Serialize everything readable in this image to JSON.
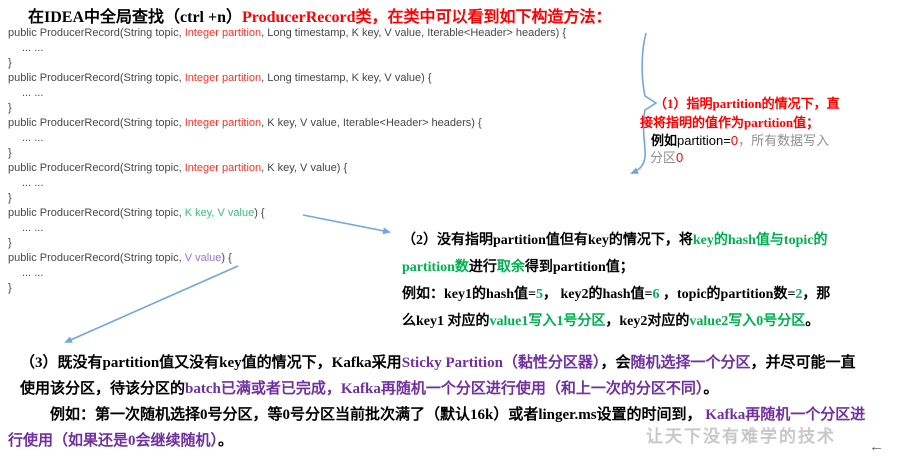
{
  "colors": {
    "black": "#000000",
    "red": "#fe0000",
    "gray": "#8f8f8f",
    "code": "#474747",
    "code_red": "#ff3026",
    "code_green": "#3cbe78",
    "code_purple": "#9b72cf",
    "green": "#00b050",
    "purple": "#7030a0",
    "arrow_blue": "#6fa8dc",
    "watermark_gray": "#c8c8c8"
  },
  "title": {
    "segments": [
      {
        "t": "在IDEA中全局查找（ctrl +n）",
        "c": "black"
      },
      {
        "t": "ProducerRecord类，在类中可以看到如下构造方法：",
        "c": "red"
      }
    ]
  },
  "code": {
    "lines": [
      {
        "segments": [
          {
            "t": "public ProducerRecord(String topic, ",
            "c": "code"
          },
          {
            "t": "Integer partition",
            "c": "code_red"
          },
          {
            "t": ", Long timestamp, K key, V value, Iterable<Header> headers) {",
            "c": "code"
          }
        ]
      },
      {
        "segments": [
          {
            "t": "... ...",
            "c": "code"
          }
        ]
      },
      {
        "segments": [
          {
            "t": "}",
            "c": "code"
          }
        ]
      },
      {
        "segments": [
          {
            "t": "public ProducerRecord(String topic, ",
            "c": "code"
          },
          {
            "t": "Integer partition",
            "c": "code_red"
          },
          {
            "t": ", Long timestamp, K key, V value) {",
            "c": "code"
          }
        ]
      },
      {
        "segments": [
          {
            "t": "... ...",
            "c": "code"
          }
        ]
      },
      {
        "segments": [
          {
            "t": "}",
            "c": "code"
          }
        ]
      },
      {
        "segments": [
          {
            "t": "public ProducerRecord(String topic, ",
            "c": "code"
          },
          {
            "t": "Integer partition",
            "c": "code_red"
          },
          {
            "t": ", K key, V value, Iterable<Header> headers) {",
            "c": "code"
          }
        ]
      },
      {
        "segments": [
          {
            "t": "... ...",
            "c": "code"
          }
        ]
      },
      {
        "segments": [
          {
            "t": "}",
            "c": "code"
          }
        ]
      },
      {
        "segments": [
          {
            "t": "public ProducerRecord(String topic, ",
            "c": "code"
          },
          {
            "t": "Integer partition",
            "c": "code_red"
          },
          {
            "t": ", K key, V value) {",
            "c": "code"
          }
        ]
      },
      {
        "segments": [
          {
            "t": "... ...",
            "c": "code"
          }
        ]
      },
      {
        "segments": [
          {
            "t": "}",
            "c": "code"
          }
        ]
      },
      {
        "segments": [
          {
            "t": "public ProducerRecord(String topic, ",
            "c": "code"
          },
          {
            "t": "K key, V value",
            "c": "code_green"
          },
          {
            "t": ") {",
            "c": "code"
          }
        ]
      },
      {
        "segments": [
          {
            "t": "... ...",
            "c": "code"
          }
        ]
      },
      {
        "segments": [
          {
            "t": "}",
            "c": "code"
          }
        ]
      },
      {
        "segments": [
          {
            "t": "public ProducerRecord(String topic, ",
            "c": "code"
          },
          {
            "t": "V value",
            "c": "code_purple"
          },
          {
            "t": ") {",
            "c": "code"
          }
        ]
      },
      {
        "segments": [
          {
            "t": "... ...",
            "c": "code"
          }
        ]
      },
      {
        "segments": [
          {
            "t": "}",
            "c": "code"
          }
        ]
      }
    ]
  },
  "note1": {
    "lines": [
      {
        "segments": [
          {
            "t": "（1）指明partition的情况下，直",
            "c": "red"
          }
        ]
      },
      {
        "segments": [
          {
            "t": "接将指明的值作为partition值；",
            "c": "red"
          }
        ]
      },
      {
        "segments": [
          {
            "t": "例如",
            "c": "black",
            "b": true
          },
          {
            "t": "partition=",
            "c": "black"
          },
          {
            "t": "0",
            "c": "red"
          },
          {
            "t": "，所有数据写入",
            "c": "gray"
          }
        ]
      },
      {
        "segments": [
          {
            "t": "分区",
            "c": "gray"
          },
          {
            "t": "0",
            "c": "red"
          }
        ]
      }
    ]
  },
  "note2": {
    "lines": [
      {
        "segments": [
          {
            "t": "（2）没有指明partition值但有key的情况下，将",
            "c": "black"
          },
          {
            "t": "key的hash值与topic的",
            "c": "green"
          }
        ]
      },
      {
        "segments": [
          {
            "t": "partition数",
            "c": "green"
          },
          {
            "t": "进行",
            "c": "black"
          },
          {
            "t": "取余",
            "c": "green"
          },
          {
            "t": "得到partition值；",
            "c": "black"
          }
        ]
      },
      {
        "segments": [
          {
            "t": "例如：key1的hash值=",
            "c": "black"
          },
          {
            "t": "5",
            "c": "green"
          },
          {
            "t": "， key2的hash值=",
            "c": "black"
          },
          {
            "t": "6",
            "c": "green"
          },
          {
            "t": " ，topic的partition数=",
            "c": "black"
          },
          {
            "t": "2",
            "c": "green"
          },
          {
            "t": "，那",
            "c": "black"
          }
        ]
      },
      {
        "segments": [
          {
            "t": "么key1 对应的",
            "c": "black"
          },
          {
            "t": "value1写入1号分区",
            "c": "green"
          },
          {
            "t": "，key2对应的",
            "c": "black"
          },
          {
            "t": "value2写入0号分区",
            "c": "green"
          },
          {
            "t": "。",
            "c": "black"
          }
        ]
      }
    ]
  },
  "note3": {
    "lines": [
      {
        "segments": [
          {
            "t": "（3）既没有partition值又没有key值的情况下，Kafka采用",
            "c": "black"
          },
          {
            "t": "Sticky Partition（黏性分区器）",
            "c": "purple"
          },
          {
            "t": "，会",
            "c": "black"
          },
          {
            "t": "随机选择一个分区",
            "c": "purple"
          },
          {
            "t": "，并尽可能一直",
            "c": "black"
          }
        ]
      },
      {
        "segments": [
          {
            "t": "使用该分区，待该分区的",
            "c": "black"
          },
          {
            "t": "batch已满或者已完成，Kafka再随机一个分区进行使用（和上一次的分区不同）",
            "c": "purple"
          },
          {
            "t": "。",
            "c": "black"
          }
        ]
      },
      {
        "segments": [
          {
            "t": "例如：第一次随机选择0号分区，等0号分区当前批次满了（默认16k）或者linger.ms设置的时间到， ",
            "c": "black"
          },
          {
            "t": "Kafka再随机一个分区进",
            "c": "purple"
          }
        ]
      },
      {
        "segments": [
          {
            "t": "行使用（如果还是0会继续随机）",
            "c": "purple"
          },
          {
            "t": "。",
            "c": "black"
          }
        ]
      }
    ]
  },
  "watermark": {
    "text": "让天下没有难学的技术"
  },
  "footer": {
    "back_arrow": "←"
  }
}
